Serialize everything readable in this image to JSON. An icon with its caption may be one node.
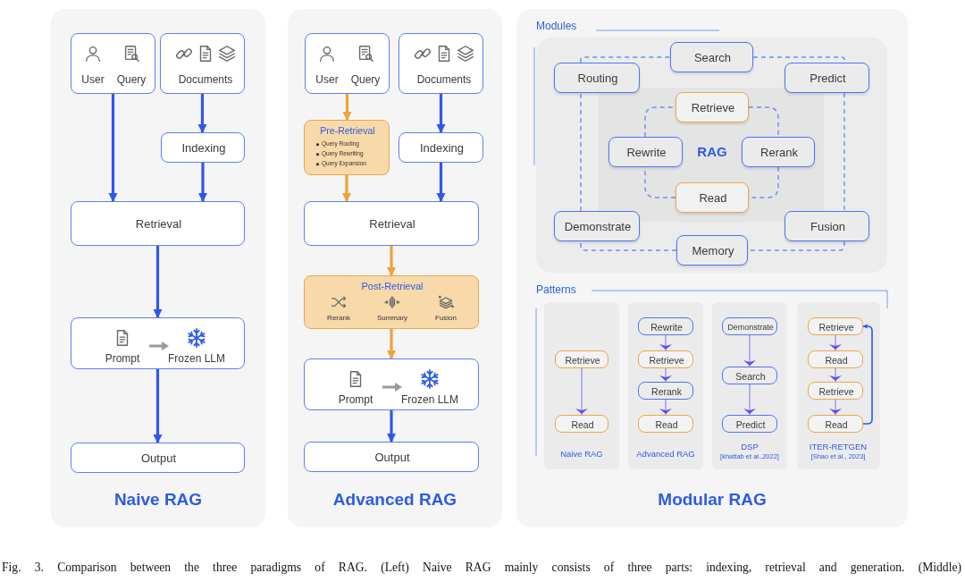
{
  "diagram": {
    "caption": "Fig. 3.  Comparison between the three paradigms of RAG. (Left) Naive RAG mainly consists of three parts: indexing, retrieval and generation. (Middle)",
    "nodes": [
      {
        "text": [
          "Naive RAG"
        ]
      },
      {
        "text": [
          "User",
          "Query"
        ],
        "in": 0
      },
      {
        "text": [
          "Documents"
        ],
        "in": 0
      },
      {
        "text": [
          "Indexing"
        ],
        "in": 0
      },
      {
        "text": [
          "Retrieval"
        ],
        "in": 0
      },
      {
        "text": [
          "Prompt",
          "Frozen LLM"
        ],
        "in": 0
      },
      {
        "text": [
          "Output"
        ],
        "in": 0
      },
      {
        "text": [
          "Advanced RAG"
        ]
      },
      {
        "text": [
          "User",
          "Query"
        ],
        "in": 7
      },
      {
        "text": [
          "Documents"
        ],
        "in": 7
      },
      {
        "text": [
          "Pre-Retrieval",
          "Query Routing",
          "Query Rewriting",
          "Query Expansion"
        ],
        "in": 7
      },
      {
        "text": [
          "Indexing"
        ],
        "in": 7
      },
      {
        "text": [
          "Retrieval"
        ],
        "in": 7
      },
      {
        "text": [
          "Post-Retrieval",
          "Rerank",
          "Summary",
          "Fusion"
        ],
        "in": 7
      },
      {
        "text": [
          "Prompt",
          "Frozen LLM"
        ],
        "in": 7
      },
      {
        "text": [
          "Output"
        ],
        "in": 7
      },
      {
        "text": [
          "Modular RAG"
        ]
      },
      {
        "text": [
          "Modules"
        ],
        "in": 16
      },
      {
        "text": [
          "RAG"
        ],
        "in": 17
      },
      {
        "text": [
          "Search"
        ],
        "in": 17
      },
      {
        "text": [
          "Routing"
        ],
        "in": 17
      },
      {
        "text": [
          "Predict"
        ],
        "in": 17
      },
      {
        "text": [
          "Retrieve"
        ],
        "in": 18
      },
      {
        "text": [
          "Rewrite"
        ],
        "in": 18
      },
      {
        "text": [
          "Rerank"
        ],
        "in": 18
      },
      {
        "text": [
          "Read"
        ],
        "in": 18
      },
      {
        "text": [
          "Demonstrate"
        ],
        "in": 17
      },
      {
        "text": [
          "Fusion"
        ],
        "in": 17
      },
      {
        "text": [
          "Memory"
        ],
        "in": 17
      },
      {
        "text": [
          "Naive RAG"
        ],
        "in": 16
      },
      {
        "text": [
          "Retrieve"
        ],
        "in": 29
      },
      {
        "text": [
          "Read"
        ],
        "in": 29
      },
      {
        "text": [
          "Advanced RAG"
        ],
        "in": 16
      },
      {
        "text": [
          "Rewrite"
        ],
        "in": 32
      },
      {
        "text": [
          "Retrieve"
        ],
        "in": 32
      },
      {
        "text": [
          "Rerank"
        ],
        "in": 32
      },
      {
        "text": [
          "Read"
        ],
        "in": 32
      },
      {
        "text": [
          "DSP",
          "[khattab et al.,2022]"
        ],
        "in": 16
      },
      {
        "text": [
          "Demonstrate"
        ],
        "in": 37
      },
      {
        "text": [
          "Search"
        ],
        "in": 37
      },
      {
        "text": [
          "Predict"
        ],
        "in": 37
      },
      {
        "text": [
          "ITER-RETGEN",
          "[Shao et al., 2023]"
        ],
        "in": 16
      },
      {
        "text": [
          "Retrieve"
        ],
        "in": 41
      },
      {
        "text": [
          "Read"
        ],
        "in": 41
      },
      {
        "text": [
          "Retrieve"
        ],
        "in": 41
      },
      {
        "text": [
          "Read"
        ],
        "in": 41
      }
    ],
    "edges": [
      {
        "from": 1,
        "to": 4,
        "arrow": "to",
        "style": "thick"
      },
      {
        "from": 2,
        "to": 3,
        "arrow": "to",
        "style": "thick"
      },
      {
        "from": 3,
        "to": 4,
        "arrow": "to",
        "style": "thick"
      },
      {
        "from": 4,
        "to": 5,
        "arrow": "to",
        "style": "thick"
      },
      {
        "from": 5,
        "to": 6,
        "arrow": "to",
        "style": "thick"
      },
      {
        "from": 8,
        "to": 10,
        "arrow": "to",
        "style": "thick",
        "color": "#eca43c"
      },
      {
        "from": 10,
        "to": 12,
        "arrow": "to",
        "style": "thick",
        "color": "#eca43c"
      },
      {
        "from": 9,
        "to": 11,
        "arrow": "to",
        "style": "thick"
      },
      {
        "from": 11,
        "to": 12,
        "arrow": "to",
        "style": "thick"
      },
      {
        "from": 12,
        "to": 13,
        "arrow": "to",
        "style": "thick",
        "color": "#eca43c"
      },
      {
        "from": 13,
        "to": 14,
        "arrow": "to",
        "style": "thick",
        "color": "#eca43c"
      },
      {
        "from": 14,
        "to": 15,
        "arrow": "to",
        "style": "thick"
      },
      {
        "from": 20,
        "to": 19,
        "arrow": "none",
        "style": "dashed",
        "color": "#6a8af5"
      },
      {
        "from": 19,
        "to": 21,
        "arrow": "none",
        "style": "dashed",
        "color": "#6a8af5"
      },
      {
        "from": 21,
        "to": 27,
        "arrow": "none",
        "style": "dashed",
        "color": "#6a8af5"
      },
      {
        "from": 27,
        "to": 28,
        "arrow": "none",
        "style": "dashed",
        "color": "#6a8af5"
      },
      {
        "from": 28,
        "to": 26,
        "arrow": "none",
        "style": "dashed",
        "color": "#6a8af5"
      },
      {
        "from": 26,
        "to": 20,
        "arrow": "none",
        "style": "dashed",
        "color": "#6a8af5"
      },
      {
        "from": 22,
        "to": 24,
        "arrow": "none",
        "style": "dashed",
        "color": "#6a8af5"
      },
      {
        "from": 24,
        "to": 25,
        "arrow": "none",
        "style": "dashed",
        "color": "#6a8af5"
      },
      {
        "from": 25,
        "to": 23,
        "arrow": "none",
        "style": "dashed",
        "color": "#6a8af5"
      },
      {
        "from": 23,
        "to": 22,
        "arrow": "none",
        "style": "dashed",
        "color": "#6a8af5"
      },
      {
        "from": 30,
        "to": 31,
        "arrow": "to"
      },
      {
        "from": 33,
        "to": 34,
        "arrow": "to"
      },
      {
        "from": 34,
        "to": 35,
        "arrow": "to"
      },
      {
        "from": 35,
        "to": 36,
        "arrow": "to"
      },
      {
        "from": 38,
        "to": 39,
        "arrow": "to"
      },
      {
        "from": 39,
        "to": 40,
        "arrow": "to"
      },
      {
        "from": 42,
        "to": 43,
        "arrow": "to"
      },
      {
        "from": 43,
        "to": 44,
        "arrow": "to"
      },
      {
        "from": 44,
        "to": 45,
        "arrow": "to"
      },
      {
        "from": 45,
        "to": 42,
        "arrow": "to"
      }
    ],
    "labels": [
      "Patterns"
    ]
  }
}
